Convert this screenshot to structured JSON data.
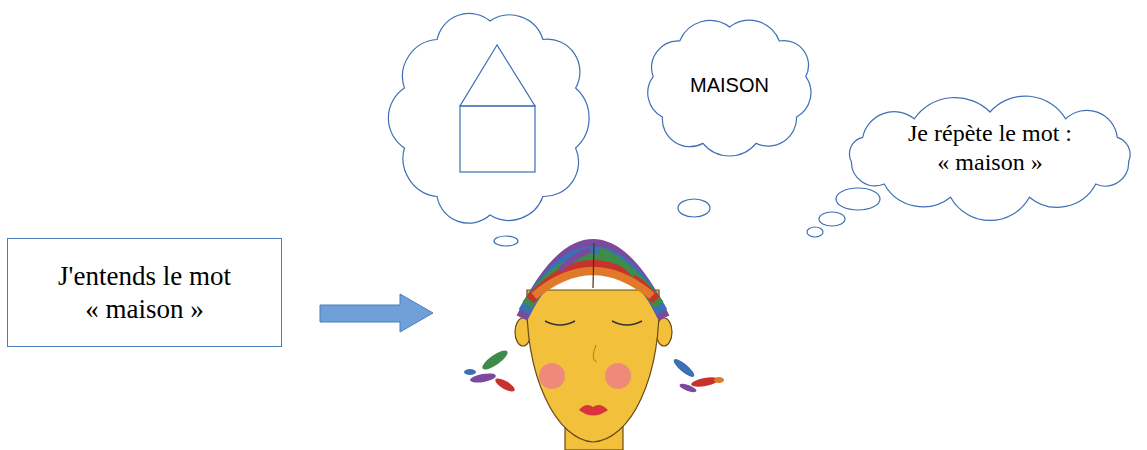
{
  "diagram": {
    "nodes": [
      {
        "text": [
          "MAISON"
        ]
      },
      {
        "text": [
          "Je répète le mot : « maison »"
        ]
      },
      {
        "text": [
          "J'entends le mot « maison »"
        ]
      }
    ]
  }
}
